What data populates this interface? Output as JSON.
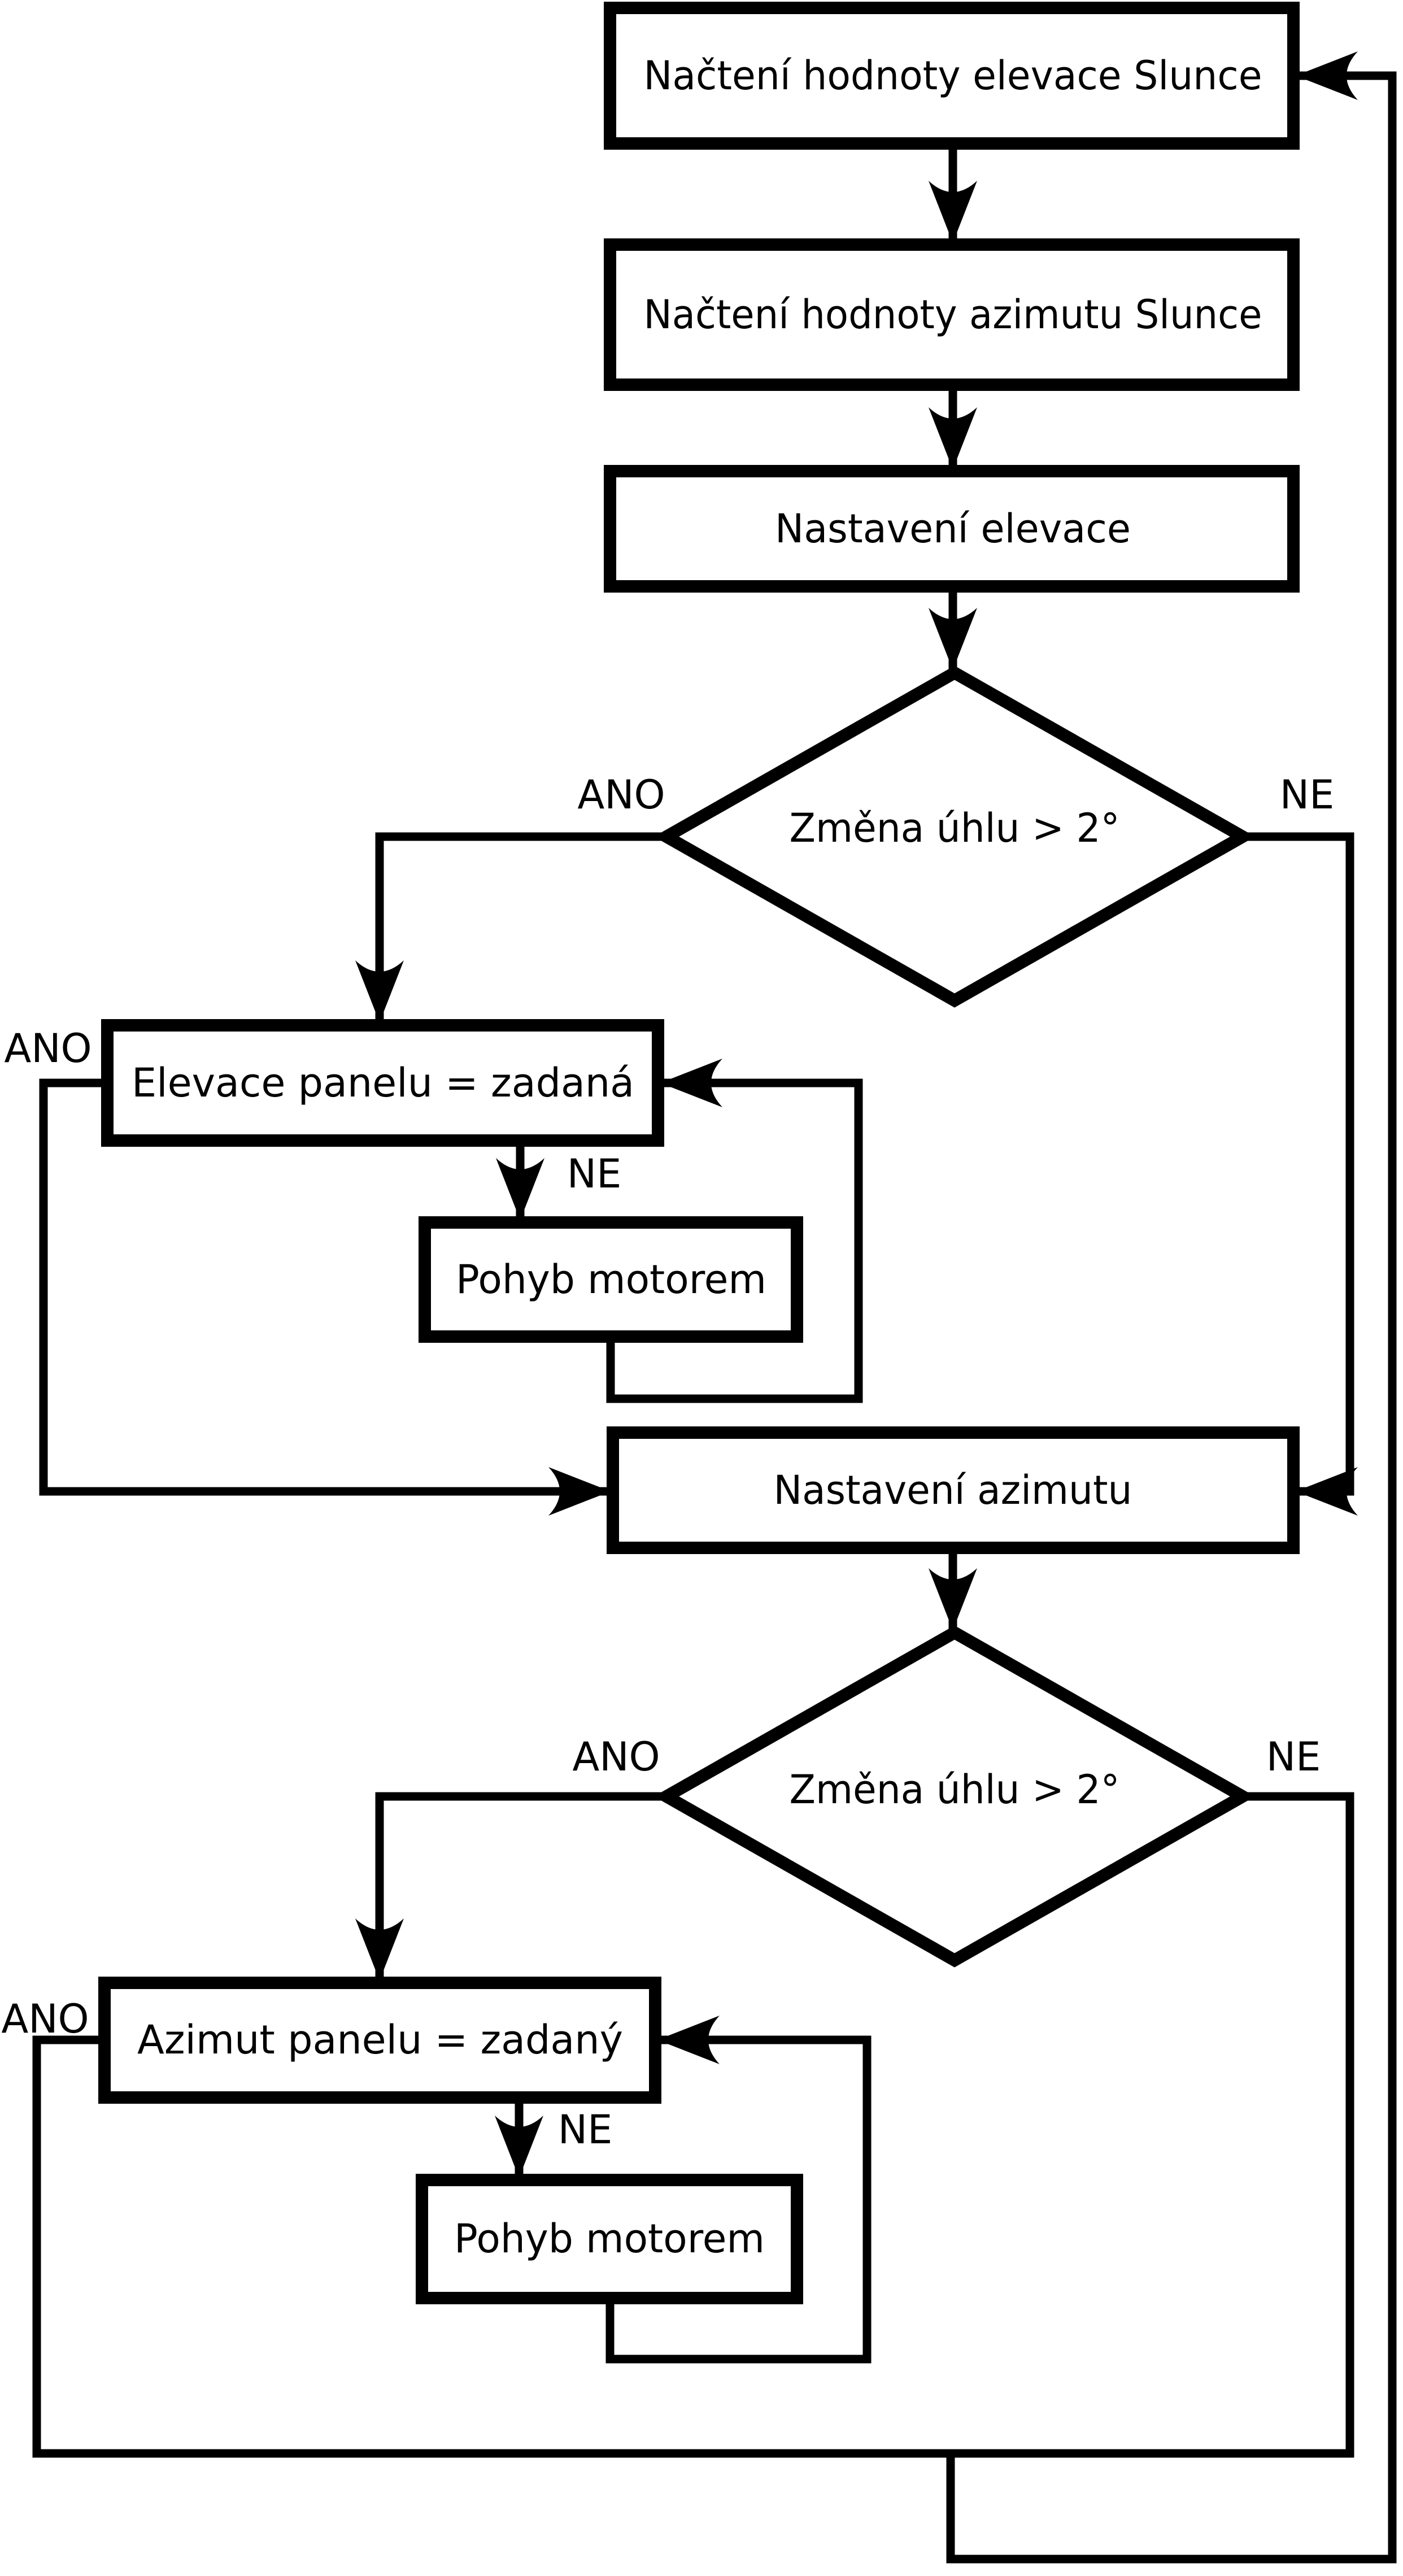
{
  "diagram": {
    "type": "flowchart",
    "language": "cs",
    "colors": {
      "stroke": "#000000",
      "node_fill": "#ffffff",
      "background": "#ffffff",
      "text": "#000000"
    },
    "nodes": {
      "load_elevation": "Načtení hodnoty elevace Slunce",
      "load_azimuth": "Načtení hodnoty azimutu Slunce",
      "set_elevation": "Nastavení elevace",
      "elevation_decision": "Změna úhlu > 2°",
      "elevation_reached": "Elevace panelu = zadaná",
      "elevation_motor": "Pohyb motorem",
      "set_azimuth": "Nastavení azimutu",
      "azimuth_decision": "Změna úhlu > 2°",
      "azimuth_reached": "Azimut panelu = zadaný",
      "azimuth_motor": "Pohyb motorem"
    },
    "branch_labels": {
      "yes": "ANO",
      "no": "NE"
    }
  }
}
